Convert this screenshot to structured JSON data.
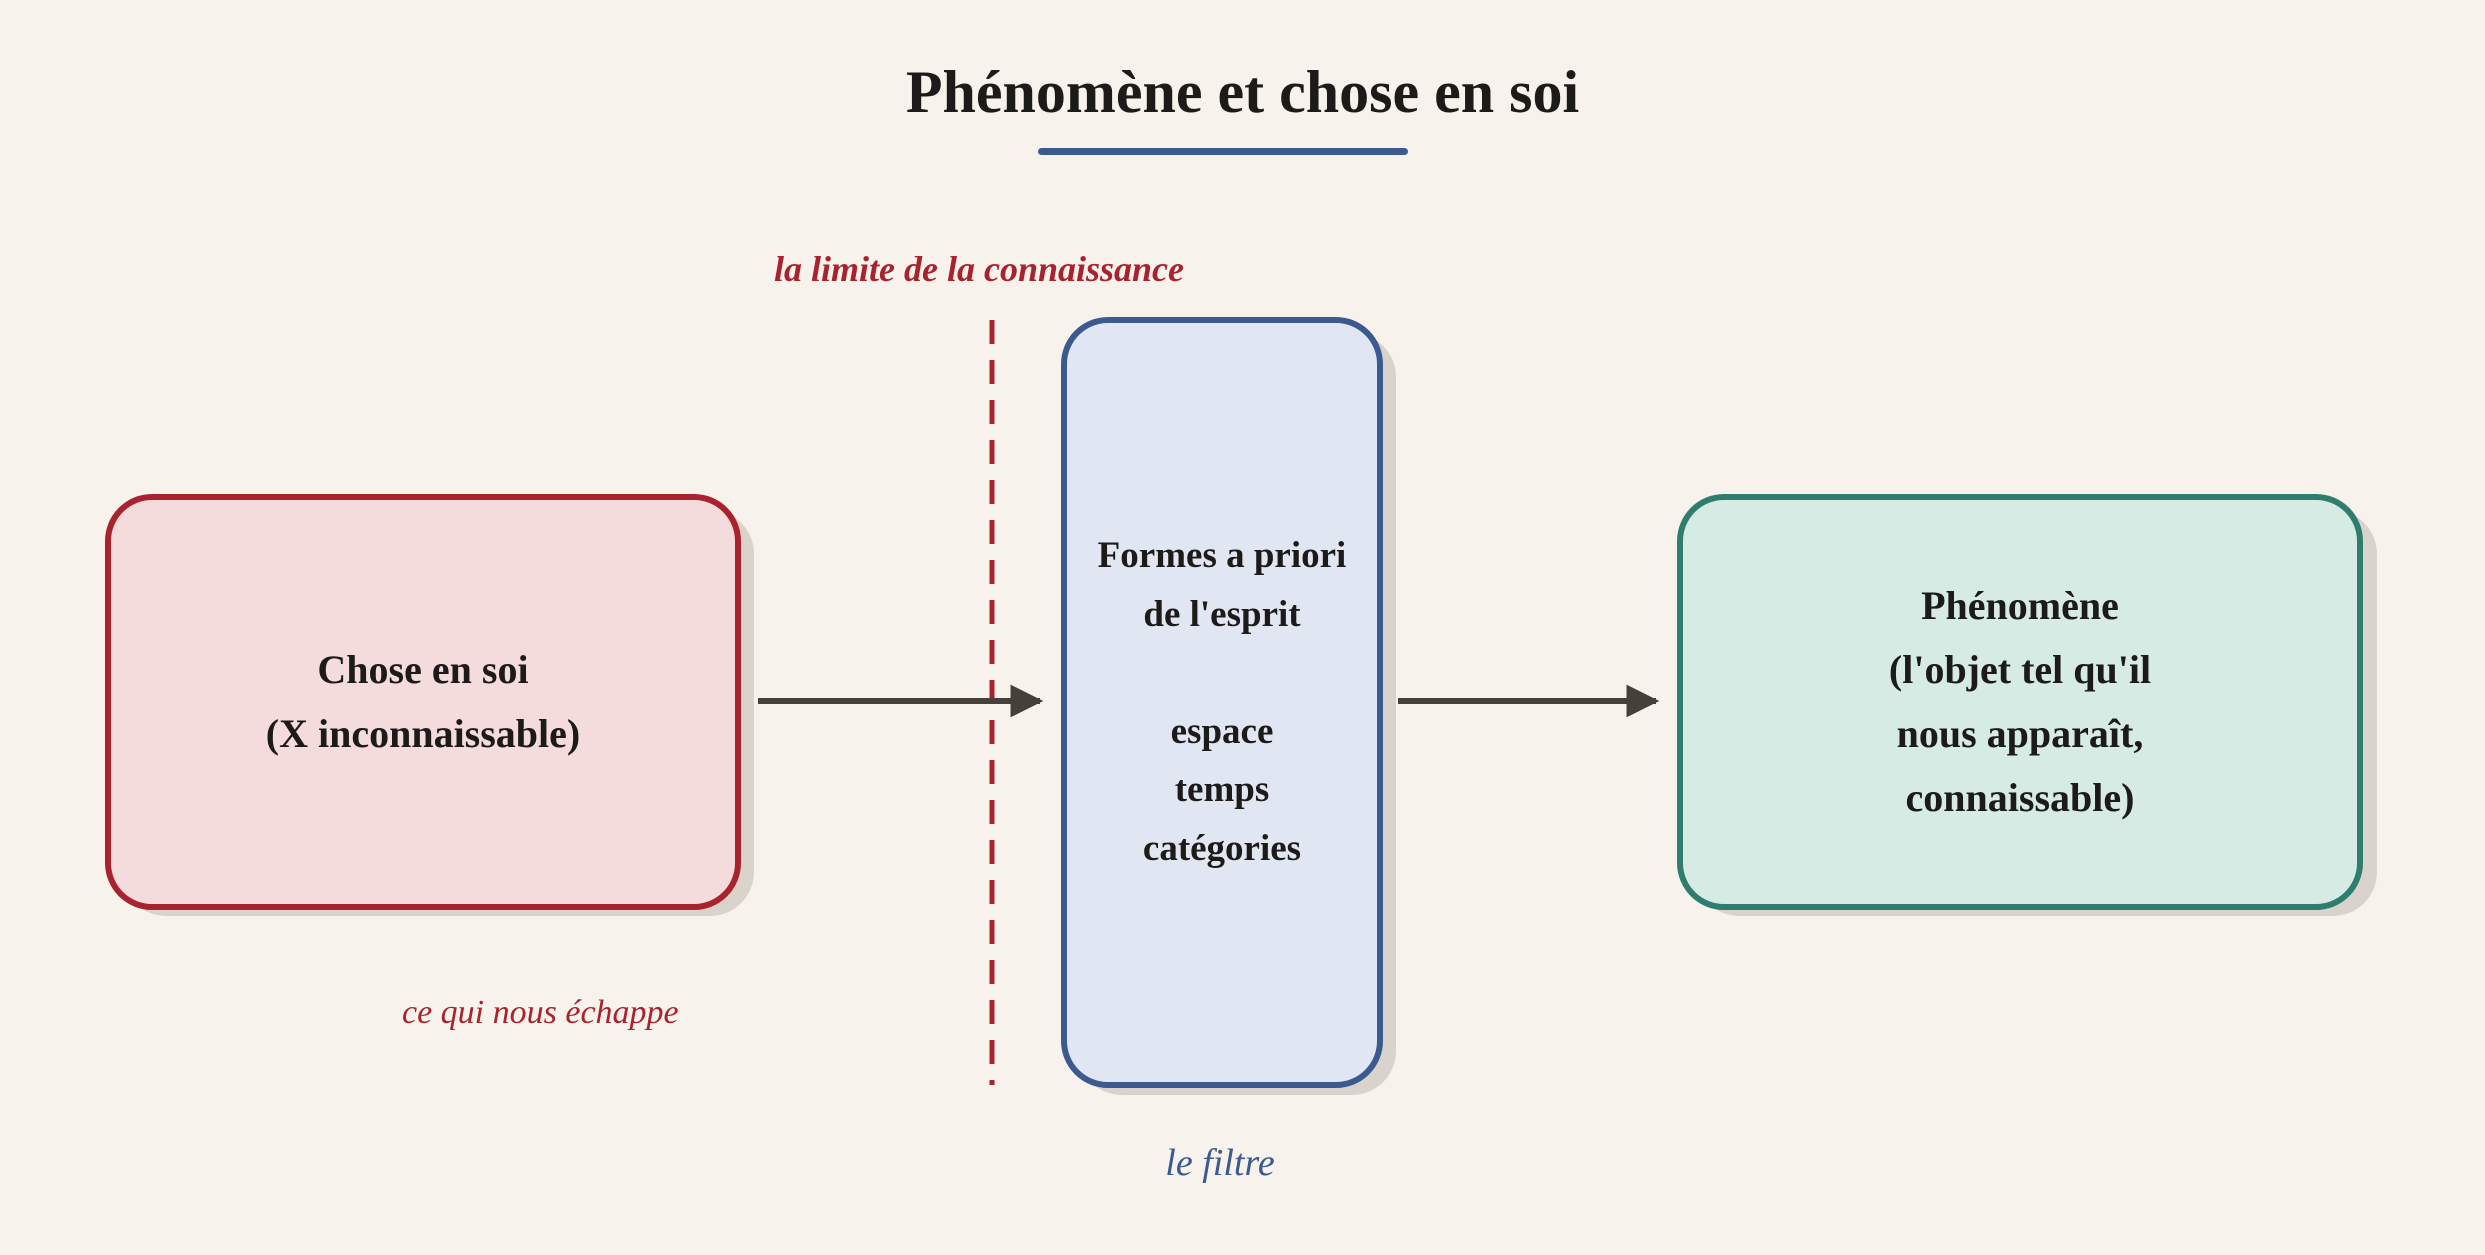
{
  "title": "Phénomène et chose en soi",
  "labels": {
    "limit": "la limite de la connaissance",
    "escape": "ce qui nous échappe",
    "filter": "le filtre"
  },
  "nodes": {
    "thing_in_itself": {
      "lines": [
        "Chose en soi",
        "(X inconnaissable)"
      ]
    },
    "a_priori_forms": {
      "lines": [
        "Formes a priori",
        "de l'esprit",
        "",
        "espace",
        "temps",
        "catégories"
      ]
    },
    "phenomenon": {
      "lines": [
        "Phénomène",
        "(l'objet tel qu'il",
        "nous apparaît,",
        "connaissable)"
      ]
    }
  },
  "edges": [
    {
      "from": "thing_in_itself",
      "to": "a_priori_forms"
    },
    {
      "from": "a_priori_forms",
      "to": "phenomenon"
    }
  ],
  "colors": {
    "background": "#f7f2eb",
    "red": "#a8232e",
    "red_fill": "#f5dcdc",
    "blue": "#3b5a8f",
    "blue_fill": "#e1e7f2",
    "green": "#2e7d6e",
    "green_fill": "#d5ebe4",
    "arrow": "#45413a",
    "text": "#1d1b19",
    "shadow": "#d9d3cc"
  }
}
